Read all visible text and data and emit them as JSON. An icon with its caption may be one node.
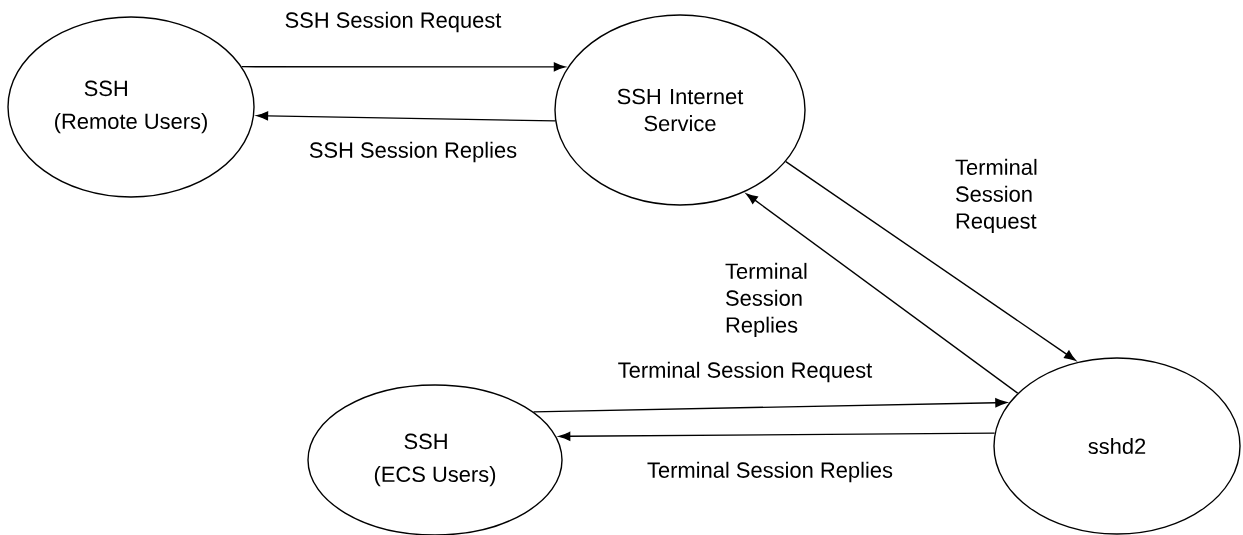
{
  "diagram": {
    "nodes": [
      {
        "text": [
          "SSH",
          "(Remote Users)"
        ]
      },
      {
        "text": [
          "SSH Internet Service"
        ]
      },
      {
        "text": [
          "SSH",
          "(ECS Users)"
        ]
      },
      {
        "text": [
          "sshd2"
        ]
      }
    ],
    "edges": [
      {
        "from": 0,
        "to": 1,
        "arrow": "to",
        "label": "SSH Session Request"
      },
      {
        "from": 1,
        "to": 0,
        "arrow": "to",
        "label": "SSH Session Replies"
      },
      {
        "from": 1,
        "to": 3,
        "arrow": "to",
        "label": "Terminal Session Request"
      },
      {
        "from": 3,
        "to": 1,
        "arrow": "to",
        "label": "Terminal Session Replies"
      },
      {
        "from": 2,
        "to": 3,
        "arrow": "to",
        "label": "Terminal Session Request"
      },
      {
        "from": 3,
        "to": 2,
        "arrow": "to",
        "label": "Terminal Session Replies"
      }
    ]
  }
}
